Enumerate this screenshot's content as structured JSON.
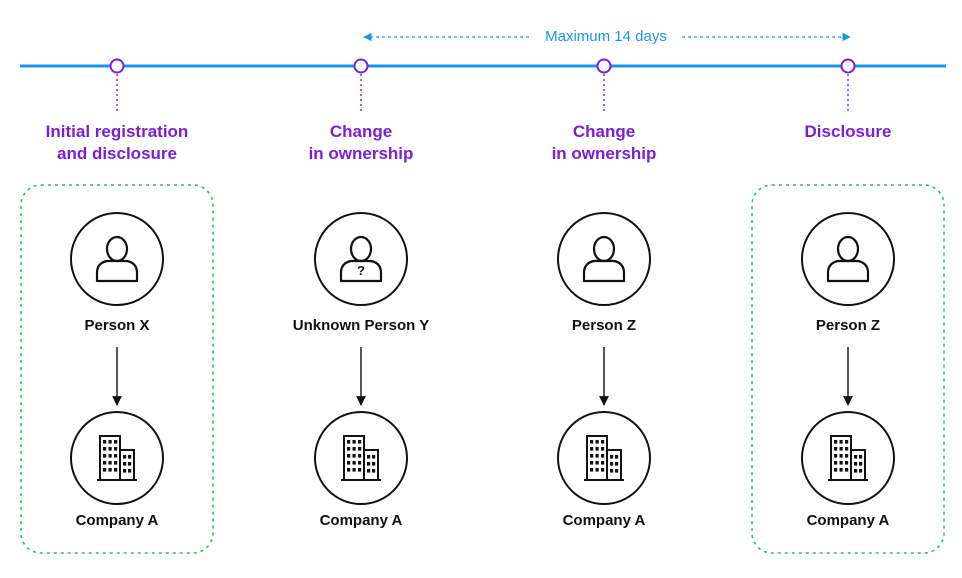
{
  "timeline": {
    "duration_label": "Maximum 14 days",
    "line_color": "#1a96e6",
    "marker_color": "#7a1fd6"
  },
  "columns": [
    {
      "stage": [
        "Initial registration",
        "and disclosure"
      ],
      "person": "Person X",
      "person_icon": "person-icon",
      "company": "Company A",
      "company_icon": "building-icon",
      "highlighted": true
    },
    {
      "stage": [
        "Change",
        "in ownership"
      ],
      "person": "Unknown Person Y",
      "person_icon": "unknown-person-icon",
      "company": "Company A",
      "company_icon": "building-icon",
      "highlighted": false
    },
    {
      "stage": [
        "Change",
        "in ownership"
      ],
      "person": "Person Z",
      "person_icon": "person-icon",
      "company": "Company A",
      "company_icon": "building-icon",
      "highlighted": false
    },
    {
      "stage": [
        "Disclosure"
      ],
      "person": "Person Z",
      "person_icon": "person-icon",
      "company": "Company A",
      "company_icon": "building-icon",
      "highlighted": true
    }
  ],
  "colors": {
    "highlight_border": "#22c55e",
    "stage_title": "#7a1fd6",
    "icon_stroke": "#111111"
  }
}
